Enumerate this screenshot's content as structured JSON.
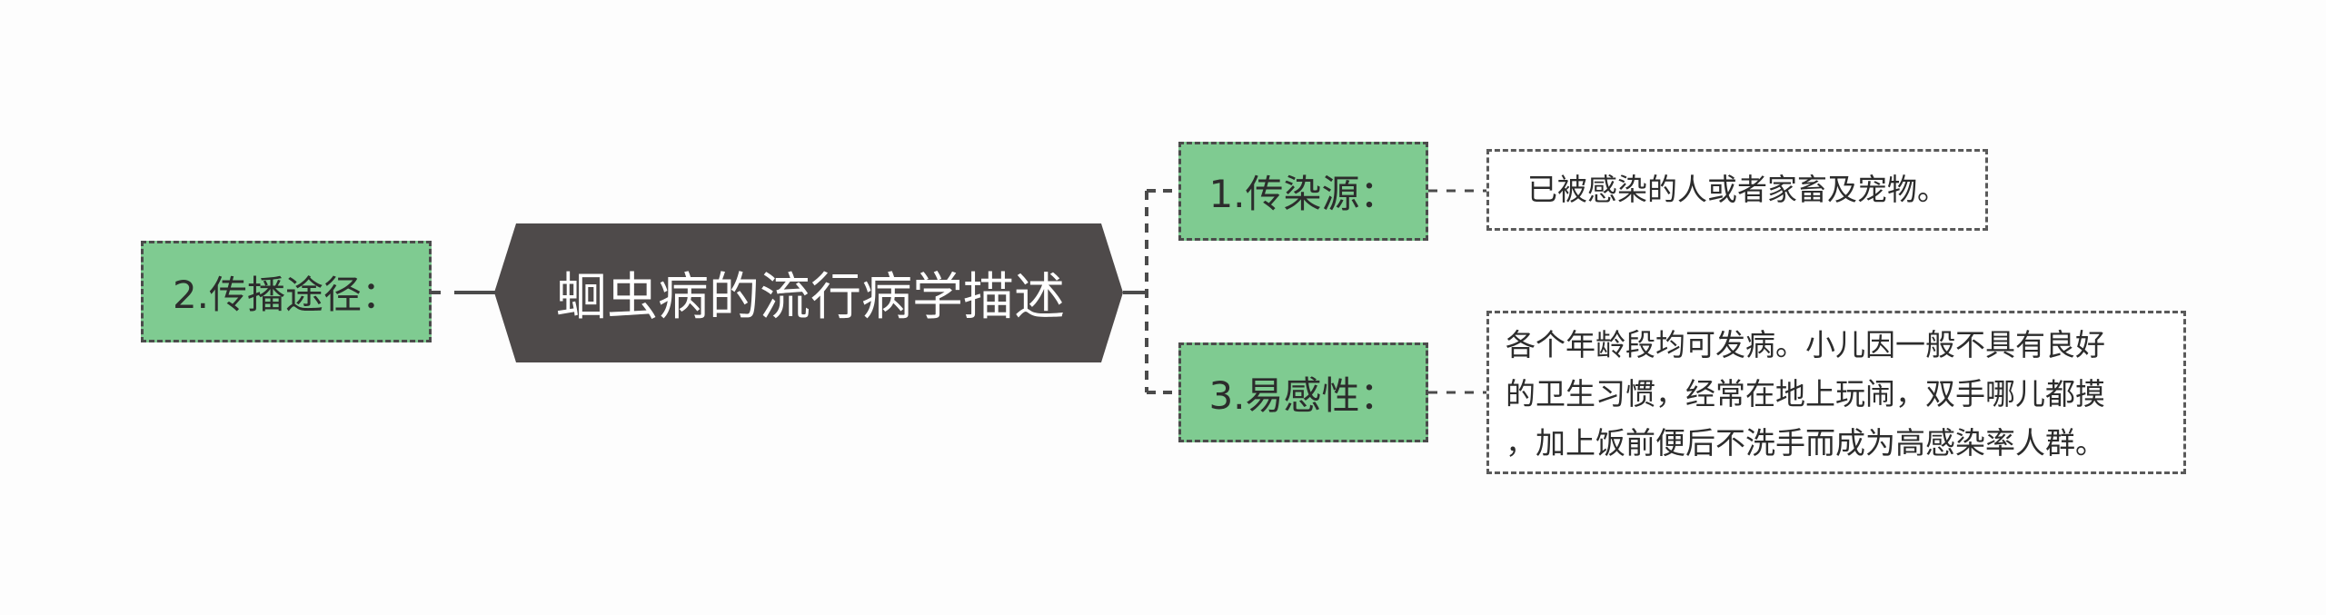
{
  "central_topic": "蛔虫病的流行病学描述",
  "left_topic": "2.传播途径：",
  "right_topics": [
    {
      "label": "1.传染源：",
      "note_lines": [
        "已被感染的人或者家畜及宠物。"
      ]
    },
    {
      "label": "3.易感性：",
      "note_lines": [
        "各个年龄段均可发病。小儿因一般不具有良好",
        "的卫生习惯，经常在地上玩闹，双手哪儿都摸",
        "，加上饭前便后不洗手而成为高感染率人群。"
      ]
    }
  ],
  "colors": {
    "central_fill": "#4e4a4a",
    "topic_fill": "#7fcb91",
    "border": "#4b4b4b",
    "background": "#fdfdfd"
  }
}
